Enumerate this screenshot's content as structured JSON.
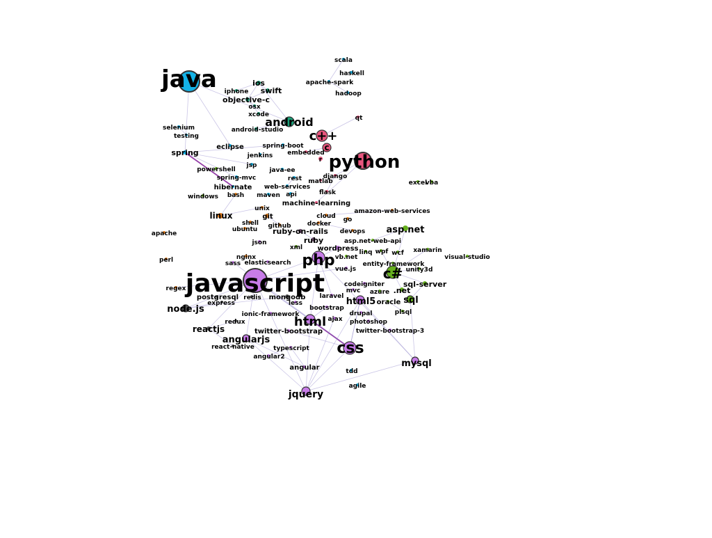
{
  "colors": {
    "java": "#14b2e6",
    "mobile": "#1a9e77",
    "c_family": "#e8567e",
    "python": "#e8567e",
    "linux": "#e07b1a",
    "ruby": "#6b4a6b",
    "dotnet": "#66b01e",
    "web": "#c77ce8",
    "js": "#c77ce8",
    "node": "#555555",
    "edge": "#8a7fc8",
    "edge_strong": "#8a2a9e",
    "stroke": "#333333"
  },
  "nodes": [
    {
      "id": "java",
      "label": "java",
      "group": "java"
    },
    {
      "id": "ios",
      "label": "ios",
      "group": "mobile"
    },
    {
      "id": "iphone",
      "label": "iphone",
      "group": "mobile"
    },
    {
      "id": "swift",
      "label": "swift",
      "group": "mobile"
    },
    {
      "id": "objective-c",
      "label": "objective-c",
      "group": "mobile"
    },
    {
      "id": "osx",
      "label": "osx",
      "group": "mobile"
    },
    {
      "id": "xcode",
      "label": "xcode",
      "group": "mobile"
    },
    {
      "id": "android",
      "label": "android",
      "group": "mobile"
    },
    {
      "id": "android-studio",
      "label": "android-studio",
      "group": "mobile"
    },
    {
      "id": "scala",
      "label": "scala",
      "group": "java"
    },
    {
      "id": "haskell",
      "label": "haskell",
      "group": "java"
    },
    {
      "id": "apache-spark",
      "label": "apache-spark",
      "group": "java"
    },
    {
      "id": "hadoop",
      "label": "hadoop",
      "group": "java"
    },
    {
      "id": "qt",
      "label": "qt",
      "group": "c_family"
    },
    {
      "id": "c++",
      "label": "c++",
      "group": "c_family"
    },
    {
      "id": "c",
      "label": "c",
      "group": "c_family"
    },
    {
      "id": "python",
      "label": "python",
      "group": "python"
    },
    {
      "id": "selenium",
      "label": "selenium",
      "group": "java"
    },
    {
      "id": "testing",
      "label": "testing",
      "group": "java"
    },
    {
      "id": "eclipse",
      "label": "eclipse",
      "group": "java"
    },
    {
      "id": "spring-boot",
      "label": "spring-boot",
      "group": "java"
    },
    {
      "id": "embedded",
      "label": "embedded",
      "group": "c_family"
    },
    {
      "id": "spring",
      "label": "spring",
      "group": "java"
    },
    {
      "id": "jenkins",
      "label": "jenkins",
      "group": "java"
    },
    {
      "id": "jsp",
      "label": "jsp",
      "group": "java"
    },
    {
      "id": "r",
      "label": "r",
      "group": "python"
    },
    {
      "id": "powershell",
      "label": "powershell",
      "group": "dotnet"
    },
    {
      "id": "java-ee",
      "label": "java-ee",
      "group": "java"
    },
    {
      "id": "django",
      "label": "django",
      "group": "python"
    },
    {
      "id": "spring-mvc",
      "label": "spring-mvc",
      "group": "java"
    },
    {
      "id": "rest",
      "label": "rest",
      "group": "java"
    },
    {
      "id": "matlab",
      "label": "matlab",
      "group": "python"
    },
    {
      "id": "excel",
      "label": "excel",
      "group": "dotnet"
    },
    {
      "id": "vba",
      "label": "vba",
      "group": "dotnet"
    },
    {
      "id": "hibernate",
      "label": "hibernate",
      "group": "java"
    },
    {
      "id": "web-services",
      "label": "web-services",
      "group": "java"
    },
    {
      "id": "windows",
      "label": "windows",
      "group": "dotnet"
    },
    {
      "id": "bash",
      "label": "bash",
      "group": "linux"
    },
    {
      "id": "maven",
      "label": "maven",
      "group": "java"
    },
    {
      "id": "api",
      "label": "api",
      "group": "java"
    },
    {
      "id": "flask",
      "label": "flask",
      "group": "python"
    },
    {
      "id": "machine-learning",
      "label": "machine-learning",
      "group": "python"
    },
    {
      "id": "unix",
      "label": "unix",
      "group": "linux"
    },
    {
      "id": "amazon-web-services",
      "label": "amazon-web-services",
      "group": "linux"
    },
    {
      "id": "linux",
      "label": "linux",
      "group": "linux"
    },
    {
      "id": "git",
      "label": "git",
      "group": "linux"
    },
    {
      "id": "cloud",
      "label": "cloud",
      "group": "linux"
    },
    {
      "id": "shell",
      "label": "shell",
      "group": "linux"
    },
    {
      "id": "go",
      "label": "go",
      "group": "linux"
    },
    {
      "id": "github",
      "label": "github",
      "group": "linux"
    },
    {
      "id": "docker",
      "label": "docker",
      "group": "linux"
    },
    {
      "id": "ubuntu",
      "label": "ubuntu",
      "group": "linux"
    },
    {
      "id": "ruby-on-rails",
      "label": "ruby-on-rails",
      "group": "ruby"
    },
    {
      "id": "devops",
      "label": "devops",
      "group": "linux"
    },
    {
      "id": "asp.net",
      "label": "asp.net",
      "group": "dotnet"
    },
    {
      "id": "apache",
      "label": "apache",
      "group": "linux"
    },
    {
      "id": "json",
      "label": "json",
      "group": "js"
    },
    {
      "id": "ruby",
      "label": "ruby",
      "group": "ruby"
    },
    {
      "id": "asp.net-web-api",
      "label": "asp.net-web-api",
      "group": "dotnet"
    },
    {
      "id": "xml",
      "label": "xml",
      "group": "dotnet"
    },
    {
      "id": "wordpress",
      "label": "wordpress",
      "group": "web"
    },
    {
      "id": "xamarin",
      "label": "xamarin",
      "group": "dotnet"
    },
    {
      "id": "linq",
      "label": "linq",
      "group": "dotnet"
    },
    {
      "id": "wpf",
      "label": "wpf",
      "group": "dotnet"
    },
    {
      "id": "wcf",
      "label": "wcf",
      "group": "dotnet"
    },
    {
      "id": "visual-studio",
      "label": "visual-studio",
      "group": "dotnet"
    },
    {
      "id": "nginx",
      "label": "nginx",
      "group": "linux"
    },
    {
      "id": "vb.net",
      "label": "vb.net",
      "group": "dotnet"
    },
    {
      "id": "perl",
      "label": "perl",
      "group": "linux"
    },
    {
      "id": "sass",
      "label": "sass",
      "group": "web"
    },
    {
      "id": "elasticsearch",
      "label": "elasticsearch",
      "group": "js"
    },
    {
      "id": "php",
      "label": "php",
      "group": "web"
    },
    {
      "id": "entity-framework",
      "label": "entity-framework",
      "group": "dotnet"
    },
    {
      "id": "vue.js",
      "label": "vue.js",
      "group": "js"
    },
    {
      "id": "unity3d",
      "label": "unity3d",
      "group": "dotnet"
    },
    {
      "id": "c#",
      "label": "c#",
      "group": "dotnet"
    },
    {
      "id": "javascript",
      "label": "javascript",
      "group": "js"
    },
    {
      "id": "codeigniter",
      "label": "codeigniter",
      "group": "web"
    },
    {
      "id": "sql-server",
      "label": "sql-server",
      "group": "dotnet"
    },
    {
      "id": "regex",
      "label": "regex",
      "group": "linux"
    },
    {
      "id": "mvc",
      "label": "mvc",
      "group": "web"
    },
    {
      "id": "azure",
      "label": "azure",
      "group": "dotnet"
    },
    {
      "id": ".net",
      "label": ".net",
      "group": "dotnet"
    },
    {
      "id": "postgresql",
      "label": "postgresql",
      "group": "node"
    },
    {
      "id": "redis",
      "label": "redis",
      "group": "node"
    },
    {
      "id": "mongodb",
      "label": "mongodb",
      "group": "node"
    },
    {
      "id": "laravel",
      "label": "laravel",
      "group": "web"
    },
    {
      "id": "express",
      "label": "express",
      "group": "node"
    },
    {
      "id": "less",
      "label": "less",
      "group": "web"
    },
    {
      "id": "html5",
      "label": "html5",
      "group": "web"
    },
    {
      "id": "oracle",
      "label": "oracle",
      "group": "dotnet"
    },
    {
      "id": "sql",
      "label": "sql",
      "group": "dotnet"
    },
    {
      "id": "node.js",
      "label": "node.js",
      "group": "node"
    },
    {
      "id": "bootstrap",
      "label": "bootstrap",
      "group": "web"
    },
    {
      "id": "plsql",
      "label": "plsql",
      "group": "dotnet"
    },
    {
      "id": "ionic-framework",
      "label": "ionic-framework",
      "group": "js"
    },
    {
      "id": "drupal",
      "label": "drupal",
      "group": "web"
    },
    {
      "id": "html",
      "label": "html",
      "group": "web"
    },
    {
      "id": "ajax",
      "label": "ajax",
      "group": "web"
    },
    {
      "id": "redux",
      "label": "redux",
      "group": "node"
    },
    {
      "id": "photoshop",
      "label": "photoshop",
      "group": "web"
    },
    {
      "id": "reactjs",
      "label": "reactjs",
      "group": "node"
    },
    {
      "id": "twitter-bootstrap",
      "label": "twitter-bootstrap",
      "group": "web"
    },
    {
      "id": "twitter-bootstrap-3",
      "label": "twitter-bootstrap-3",
      "group": "web"
    },
    {
      "id": "angularjs",
      "label": "angularjs",
      "group": "js"
    },
    {
      "id": "react-native",
      "label": "react-native",
      "group": "node"
    },
    {
      "id": "typescript",
      "label": "typescript",
      "group": "js"
    },
    {
      "id": "css",
      "label": "css",
      "group": "web"
    },
    {
      "id": "mysql",
      "label": "mysql",
      "group": "web"
    },
    {
      "id": "angular2",
      "label": "angular2",
      "group": "js"
    },
    {
      "id": "angular",
      "label": "angular",
      "group": "js"
    },
    {
      "id": "tdd",
      "label": "tdd",
      "group": "java"
    },
    {
      "id": "agile",
      "label": "agile",
      "group": "java"
    },
    {
      "id": "jquery",
      "label": "jquery",
      "group": "web"
    }
  ],
  "edges": [
    [
      "java",
      "spring"
    ],
    [
      "java",
      "android"
    ],
    [
      "ios",
      "swift"
    ],
    [
      "ios",
      "objective-c"
    ],
    [
      "iphone",
      "ios"
    ],
    [
      "swift",
      "objective-c"
    ],
    [
      "objective-c",
      "osx"
    ],
    [
      "objective-c",
      "xcode"
    ],
    [
      "ios",
      "android"
    ],
    [
      "android",
      "android-studio"
    ],
    [
      "scala",
      "apache-spark"
    ],
    [
      "hadoop",
      "apache-spark"
    ],
    [
      "c++",
      "c"
    ],
    [
      "c++",
      "qt"
    ],
    [
      "c",
      "embedded"
    ],
    [
      "python",
      "django"
    ],
    [
      "python",
      "machine-learning"
    ],
    [
      "spring",
      "hibernate"
    ],
    [
      "spring",
      "spring-mvc"
    ],
    [
      "spring",
      "spring-boot"
    ],
    [
      "spring",
      "jsp"
    ],
    [
      "selenium",
      "testing"
    ],
    [
      "django",
      "flask"
    ],
    [
      "linux",
      "bash"
    ],
    [
      "linux",
      "unix"
    ],
    [
      "git",
      "github"
    ],
    [
      "ruby",
      "ruby-on-rails"
    ],
    [
      "asp.net",
      "c#"
    ],
    [
      "asp.net",
      "asp.net-web-api"
    ],
    [
      "c#",
      ".net"
    ],
    [
      "c#",
      "wpf"
    ],
    [
      "c#",
      "unity3d"
    ],
    [
      "c#",
      "sql-server"
    ],
    [
      "c#",
      "xamarin"
    ],
    [
      "sql",
      "sql-server"
    ],
    [
      "oracle",
      "plsql"
    ],
    [
      "sql",
      "mysql"
    ],
    [
      "php",
      "javascript"
    ],
    [
      "php",
      "mysql"
    ],
    [
      "php",
      "laravel"
    ],
    [
      "php",
      "wordpress"
    ],
    [
      "php",
      "html"
    ],
    [
      "javascript",
      "html"
    ],
    [
      "javascript",
      "css"
    ],
    [
      "javascript",
      "jquery"
    ],
    [
      "javascript",
      "angularjs"
    ],
    [
      "javascript",
      "node.js"
    ],
    [
      "javascript",
      "reactjs"
    ],
    [
      "node.js",
      "express"
    ],
    [
      "node.js",
      "mongodb"
    ],
    [
      "reactjs",
      "redux"
    ],
    [
      "reactjs",
      "react-native"
    ],
    [
      "html",
      "css"
    ],
    [
      "html",
      "jquery"
    ],
    [
      "html5",
      "css"
    ],
    [
      "css",
      "jquery"
    ],
    [
      "css",
      "twitter-bootstrap"
    ],
    [
      "html",
      "bootstrap"
    ],
    [
      "css",
      "html5"
    ],
    [
      "jquery",
      "ajax"
    ],
    [
      "jquery",
      "angularjs"
    ],
    [
      "angularjs",
      "angular"
    ],
    [
      "angular",
      "typescript"
    ],
    [
      "angular2",
      "typescript"
    ],
    [
      "css",
      "sass"
    ],
    [
      "mysql",
      "html5"
    ],
    [
      "jquery",
      "mysql"
    ],
    [
      "javascript",
      "regex"
    ],
    [
      "java",
      "eclipse"
    ],
    [
      "rest",
      "web-services"
    ],
    [
      "docker",
      "devops"
    ],
    [
      "amazon-web-services",
      "cloud"
    ],
    [
      "vue.js",
      "javascript"
    ],
    [
      "jquery",
      "html5"
    ]
  ]
}
